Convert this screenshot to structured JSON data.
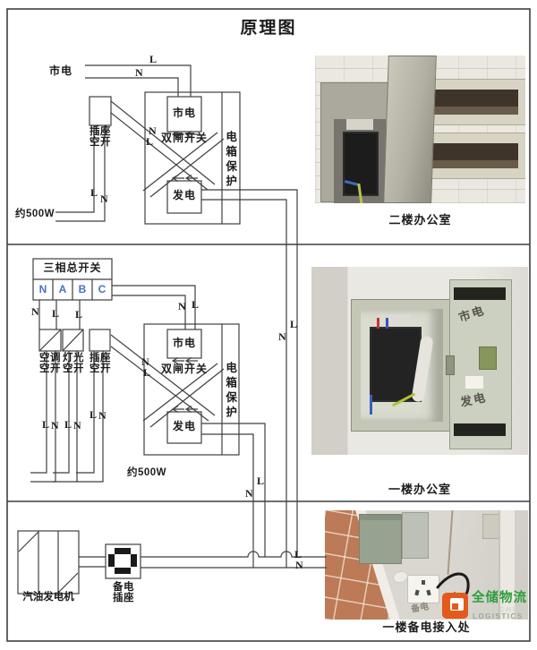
{
  "title": "原理图",
  "labels": {
    "l": "L",
    "n": "N",
    "mains": "市电",
    "generator": "发电",
    "dual_switch": "双闸开关",
    "box_protection": "电箱保护",
    "socket": "插座",
    "breaker": "空开",
    "load": "约500W"
  },
  "middle": {
    "three_phase": "三相总开关",
    "phases": [
      "N",
      "A",
      "B",
      "C"
    ],
    "ac": "空调",
    "light": "灯光"
  },
  "bottom": {
    "generator": "汽油发电机",
    "backup": "备电",
    "socket": "插座"
  },
  "photos": {
    "p1_caption": "二楼办公室",
    "p2_caption": "一楼办公室",
    "p3_caption": "一楼备电接入处",
    "door_mains": "市电",
    "door_gen": "发电",
    "socket_note": "备电"
  },
  "logo": {
    "name": "全储物流",
    "latin": "QUANCHU",
    "word": "LOGISTICS"
  },
  "colors": {
    "line": "#3f3f3f",
    "phase_blue": "#4472c4",
    "logo_orange": "#e25a1c",
    "logo_green": "#2f9e3f"
  }
}
